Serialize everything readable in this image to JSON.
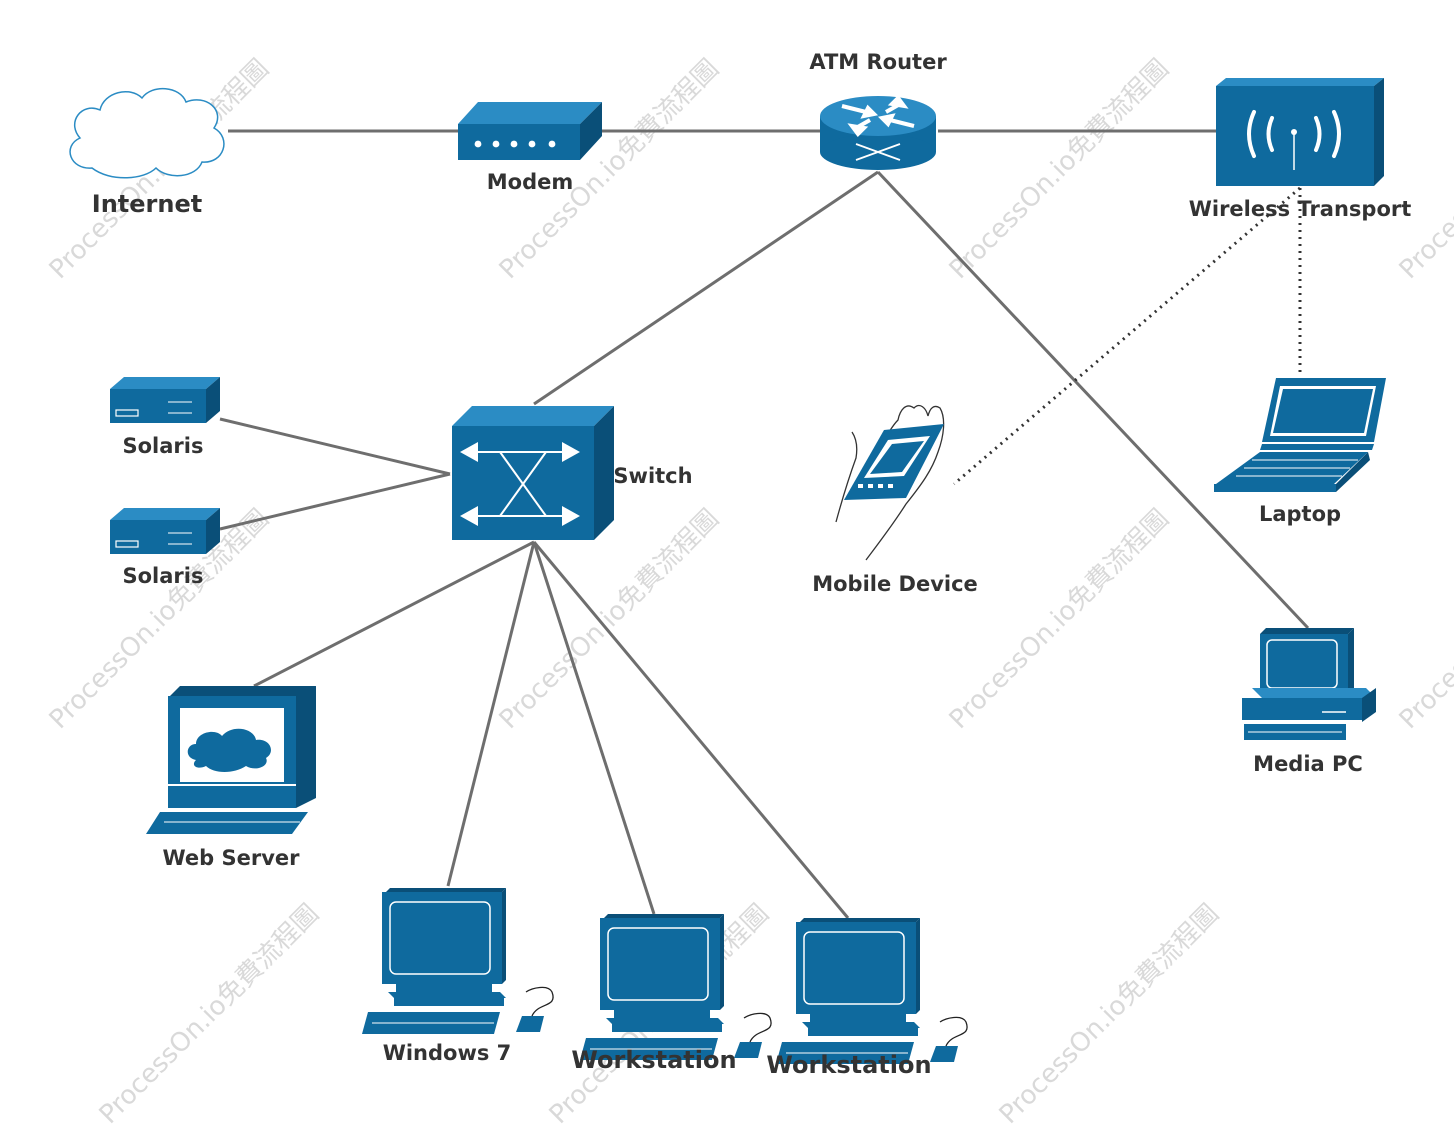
{
  "watermark": "ProcessOn.io免費流程圖",
  "colors": {
    "device": "#0f6a9e",
    "link": "#6e6e6e",
    "label": "#333333"
  },
  "nodes": {
    "internet": {
      "label": "Internet",
      "icon": "cloud-icon"
    },
    "modem": {
      "label": "Modem",
      "icon": "modem-icon"
    },
    "atm_router": {
      "label": "ATM Router",
      "icon": "router-icon"
    },
    "wireless_transport": {
      "label": "Wireless Transport",
      "icon": "wireless-access-point-icon"
    },
    "solaris_1": {
      "label": "Solaris",
      "icon": "server-box-icon"
    },
    "solaris_2": {
      "label": "Solaris",
      "icon": "server-box-icon"
    },
    "switch": {
      "label": "Switch",
      "icon": "switch-icon"
    },
    "mobile_device": {
      "label": "Mobile Device",
      "icon": "mobile-device-icon"
    },
    "laptop": {
      "label": "Laptop",
      "icon": "laptop-icon"
    },
    "media_pc": {
      "label": "Media PC",
      "icon": "media-pc-icon"
    },
    "web_server": {
      "label": "Web Server",
      "icon": "web-server-icon"
    },
    "windows_7": {
      "label": "Windows 7",
      "icon": "workstation-icon"
    },
    "workstation_1": {
      "label": "Workstation",
      "icon": "workstation-icon"
    },
    "workstation_2": {
      "label": "Workstation",
      "icon": "workstation-icon"
    }
  },
  "links": [
    {
      "from": "internet",
      "to": "modem",
      "style": "solid"
    },
    {
      "from": "modem",
      "to": "atm_router",
      "style": "solid"
    },
    {
      "from": "atm_router",
      "to": "wireless_transport",
      "style": "solid"
    },
    {
      "from": "atm_router",
      "to": "switch",
      "style": "solid"
    },
    {
      "from": "atm_router",
      "to": "media_pc",
      "style": "solid"
    },
    {
      "from": "wireless_transport",
      "to": "mobile_device",
      "style": "dotted"
    },
    {
      "from": "wireless_transport",
      "to": "laptop",
      "style": "dotted"
    },
    {
      "from": "switch",
      "to": "solaris_1",
      "style": "solid"
    },
    {
      "from": "switch",
      "to": "solaris_2",
      "style": "solid"
    },
    {
      "from": "switch",
      "to": "web_server",
      "style": "solid"
    },
    {
      "from": "switch",
      "to": "windows_7",
      "style": "solid"
    },
    {
      "from": "switch",
      "to": "workstation_1",
      "style": "solid"
    },
    {
      "from": "switch",
      "to": "workstation_2",
      "style": "solid"
    }
  ]
}
